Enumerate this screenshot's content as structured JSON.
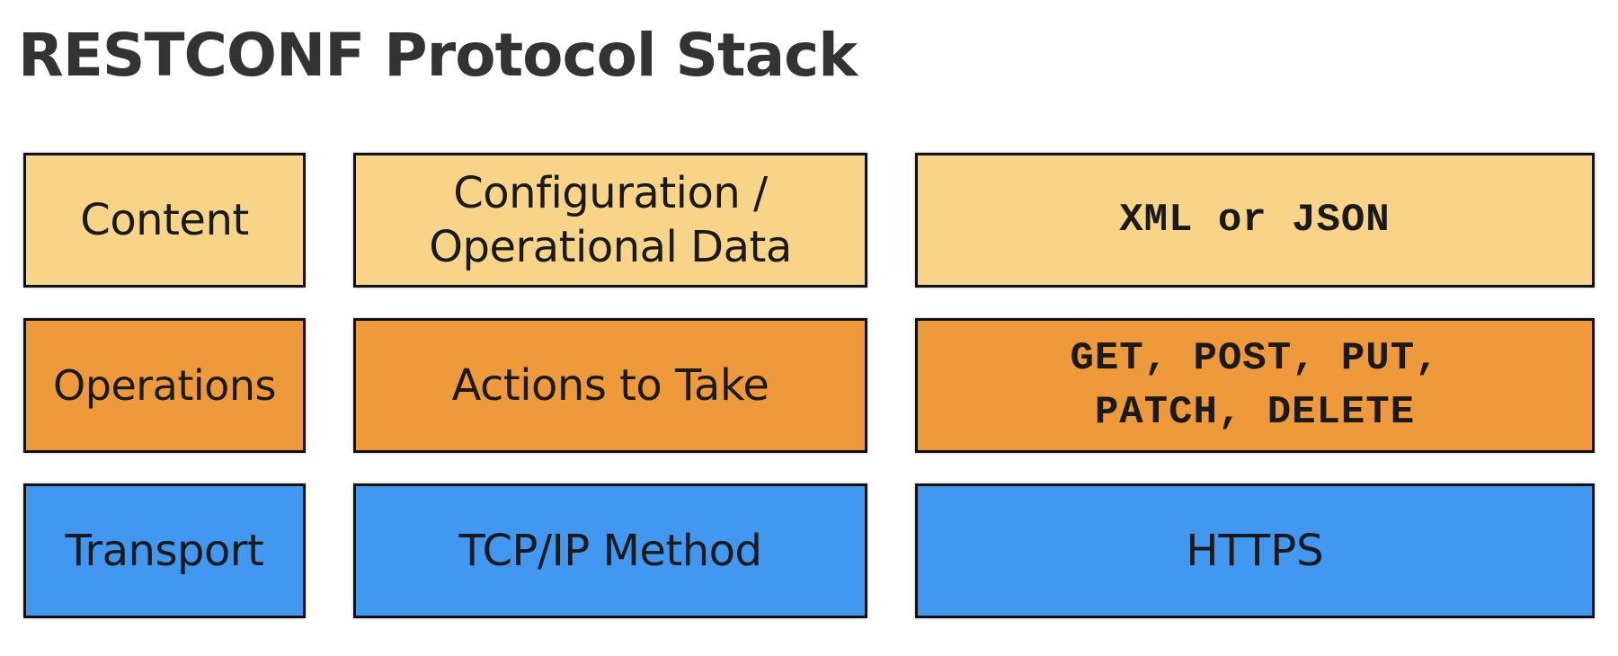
{
  "title": "RESTCONF Protocol Stack",
  "colors": {
    "content": "#f7d488",
    "operations": "#ef9a3a",
    "transport": "#4297f1",
    "border": "#111111",
    "title": "#333333"
  },
  "layers": [
    {
      "label": "Content",
      "description": "Configuration /\nOperational Data",
      "value": "XML or JSON"
    },
    {
      "label": "Operations",
      "description": "Actions to Take",
      "value": "GET, POST, PUT,\nPATCH, DELETE"
    },
    {
      "label": "Transport",
      "description": "TCP/IP Method",
      "value": "HTTPS"
    }
  ]
}
